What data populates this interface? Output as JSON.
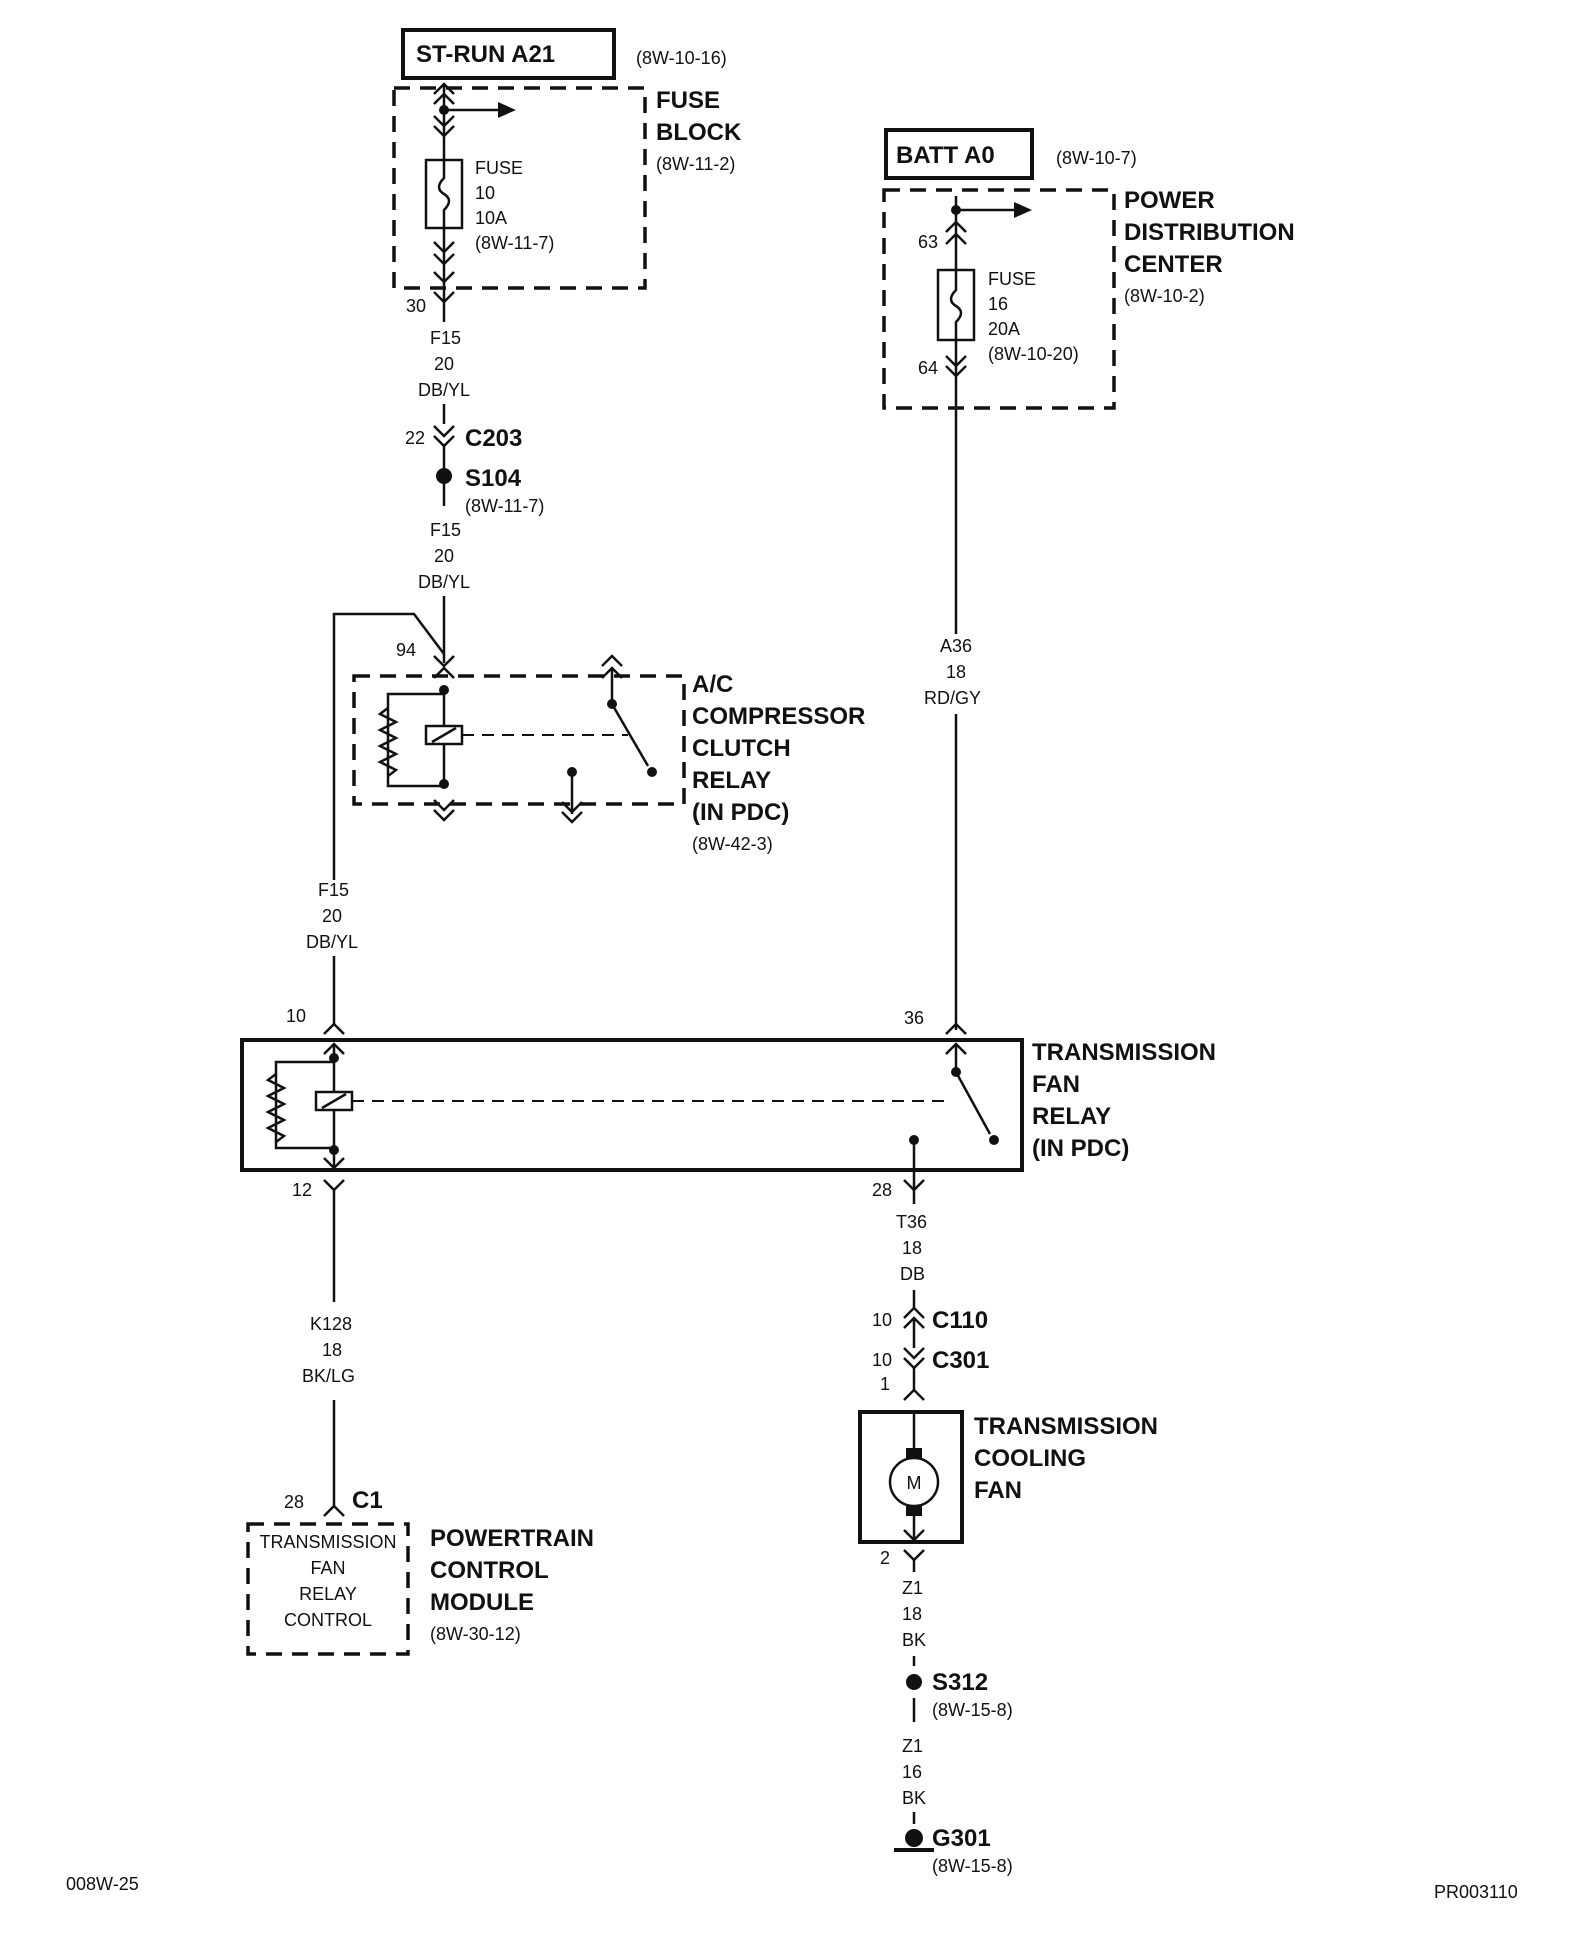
{
  "st_run": {
    "label": "ST-RUN A21",
    "ref": "(8W-10-16)"
  },
  "fuse_block": {
    "title1": "FUSE",
    "title2": "BLOCK",
    "ref": "(8W-11-2)",
    "fuse_word": "FUSE",
    "fuse_num": "10",
    "fuse_amp": "10A",
    "fuse_ref": "(8W-11-7)"
  },
  "batt": {
    "label": "BATT A0",
    "ref": "(8W-10-7)"
  },
  "pdc": {
    "title1": "POWER",
    "title2": "DISTRIBUTION",
    "title3": "CENTER",
    "ref": "(8W-10-2)",
    "pin_in": "63",
    "pin_out": "64",
    "fuse_word": "FUSE",
    "fuse_num": "16",
    "fuse_amp": "20A",
    "fuse_ref": "(8W-10-20)"
  },
  "wire_left_top": {
    "pin": "30",
    "circuit": "F15",
    "gauge": "20",
    "color": "DB/YL"
  },
  "c203": {
    "pin": "22",
    "label": "C203"
  },
  "s104": {
    "label": "S104",
    "ref": "(8W-11-7)"
  },
  "wire_left_mid": {
    "circuit": "F15",
    "gauge": "20",
    "color": "DB/YL"
  },
  "ac_relay": {
    "pin": "94",
    "title1": "A/C",
    "title2": "COMPRESSOR",
    "title3": "CLUTCH",
    "title4": "RELAY",
    "title5": "(IN PDC)",
    "ref": "(8W-42-3)"
  },
  "wire_a36": {
    "circuit": "A36",
    "gauge": "18",
    "color": "RD/GY"
  },
  "wire_left_low": {
    "circuit": "F15",
    "gauge": "20",
    "color": "DB/YL"
  },
  "trans_relay": {
    "pin_in_left": "10",
    "pin_in_right": "36",
    "pin_out_left": "12",
    "pin_out_right": "28",
    "title1": "TRANSMISSION",
    "title2": "FAN",
    "title3": "RELAY",
    "title4": "(IN PDC)"
  },
  "wire_k128": {
    "circuit": "K128",
    "gauge": "18",
    "color": "BK/LG"
  },
  "wire_t36": {
    "circuit": "T36",
    "gauge": "18",
    "color": "DB"
  },
  "c110": {
    "pin": "10",
    "label": "C110"
  },
  "c301": {
    "pin": "10",
    "label": "C301"
  },
  "cooling_fan": {
    "pin_top": "1",
    "pin_bottom": "2",
    "title1": "TRANSMISSION",
    "title2": "COOLING",
    "title3": "FAN",
    "motor": "M"
  },
  "c1": {
    "pin": "28",
    "label": "C1"
  },
  "pcm": {
    "inner1": "TRANSMISSION",
    "inner2": "FAN",
    "inner3": "RELAY",
    "inner4": "CONTROL",
    "title1": "POWERTRAIN",
    "title2": "CONTROL",
    "title3": "MODULE",
    "ref": "(8W-30-12)"
  },
  "wire_z1_top": {
    "circuit": "Z1",
    "gauge": "18",
    "color": "BK"
  },
  "s312": {
    "label": "S312",
    "ref": "(8W-15-8)"
  },
  "wire_z1_bot": {
    "circuit": "Z1",
    "gauge": "16",
    "color": "BK"
  },
  "g301": {
    "label": "G301",
    "ref": "(8W-15-8)"
  },
  "footer": {
    "left": "008W-25",
    "right": "PR003110"
  }
}
